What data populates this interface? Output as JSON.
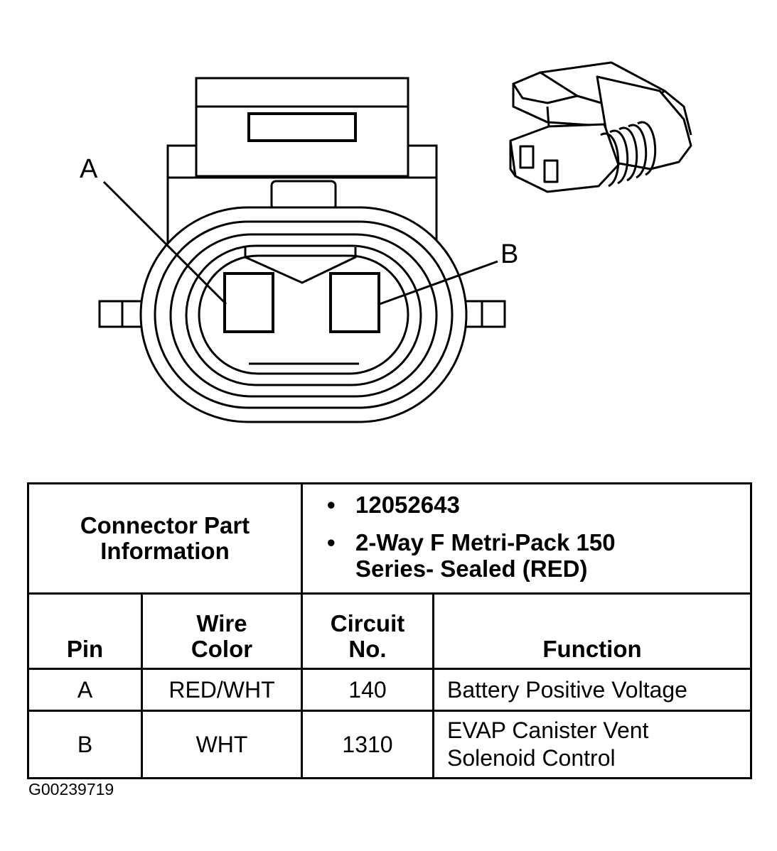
{
  "callouts": {
    "a": "A",
    "b": "B"
  },
  "connector_info": {
    "header": "Connector Part Information",
    "items": [
      "12052643",
      "2-Way F Metri-Pack 150 Series- Sealed (RED)"
    ]
  },
  "columns": {
    "pin": "Pin",
    "wire_color": "Wire Color",
    "circuit": "Circuit No.",
    "function": "Function"
  },
  "rows": [
    {
      "pin": "A",
      "wire_color": "RED/WHT",
      "circuit": "140",
      "function": "Battery Positive Voltage"
    },
    {
      "pin": "B",
      "wire_color": "WHT",
      "circuit": "1310",
      "function": "EVAP Canister Vent Solenoid Control"
    }
  ],
  "figure_id": "G00239719"
}
